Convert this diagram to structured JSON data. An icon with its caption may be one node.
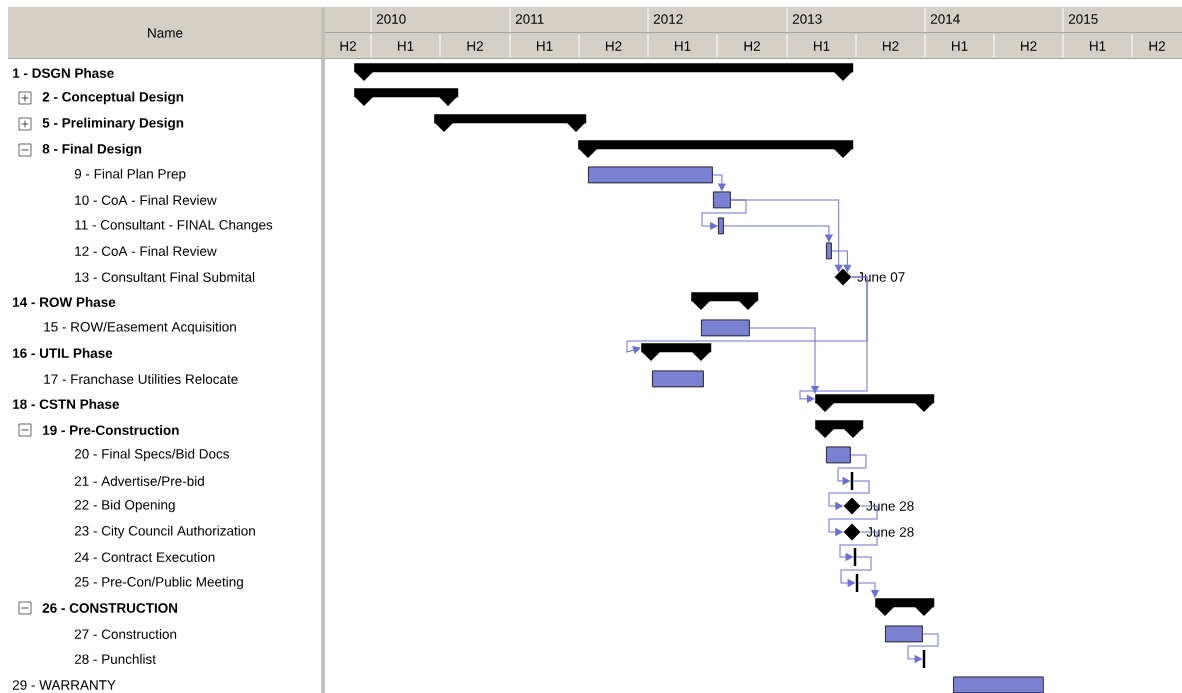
{
  "diagram": {
    "nodes": [
      {
        "text": [],
        "shape": "bar"
      },
      {
        "text": [],
        "shape": "bar"
      },
      {
        "text": [],
        "shape": "bar"
      },
      {
        "text": [],
        "shape": "bar"
      },
      {
        "text": [],
        "shape": "bar"
      },
      {
        "text": [],
        "shape": "bar"
      },
      {
        "text": [],
        "shape": "bar"
      },
      {
        "text": [],
        "shape": "bar"
      },
      {
        "text": [],
        "shape": "diamond",
        "beside": [
          "June 07"
        ]
      },
      {
        "text": [],
        "shape": "bar"
      },
      {
        "text": [],
        "shape": "bar"
      },
      {
        "text": [],
        "shape": "bar"
      },
      {
        "text": [],
        "shape": "bar"
      },
      {
        "text": [],
        "shape": "bar"
      },
      {
        "text": [],
        "shape": "bar"
      },
      {
        "text": [],
        "shape": "bar"
      },
      {
        "text": [],
        "shape": "line"
      },
      {
        "text": [],
        "shape": "diamond",
        "beside": [
          "June 28"
        ]
      },
      {
        "text": [],
        "shape": "diamond",
        "beside": [
          "June 28"
        ]
      },
      {
        "text": [],
        "shape": "line"
      },
      {
        "text": [],
        "shape": "line"
      },
      {
        "text": [],
        "shape": "bar"
      },
      {
        "text": [],
        "shape": "bar"
      },
      {
        "text": [],
        "shape": "line"
      },
      {
        "text": [],
        "shape": "bar"
      }
    ],
    "edges": [
      {
        "from": 4,
        "to": 5,
        "arrow": "to"
      },
      {
        "from": 5,
        "to": 6,
        "arrow": "to"
      },
      {
        "from": 6,
        "to": 7,
        "arrow": "to"
      },
      {
        "from": 5,
        "to": 8,
        "arrow": "to"
      },
      {
        "from": 7,
        "to": 8,
        "arrow": "to"
      },
      {
        "from": 8,
        "to": 11,
        "arrow": "to"
      },
      {
        "from": 8,
        "to": 13,
        "arrow": "to"
      },
      {
        "from": 10,
        "to": 13,
        "arrow": "to"
      },
      {
        "from": 15,
        "to": 16,
        "arrow": "to"
      },
      {
        "from": 16,
        "to": 17,
        "arrow": "to"
      },
      {
        "from": 17,
        "to": 18,
        "arrow": "to"
      },
      {
        "from": 18,
        "to": 19,
        "arrow": "to"
      },
      {
        "from": 19,
        "to": 20,
        "arrow": "to"
      },
      {
        "from": 20,
        "to": 21,
        "arrow": "to"
      },
      {
        "from": 22,
        "to": 23,
        "arrow": "to"
      }
    ],
    "labels": [
      "Name",
      "2010",
      "2011",
      "2012",
      "2013",
      "2014",
      "2015",
      "H2",
      "H1",
      "H2",
      "H1",
      "H2",
      "H1",
      "H2",
      "H1",
      "H2",
      "H1",
      "H2",
      "H1",
      "H2",
      "1 - DSGN Phase",
      "2 - Conceptual Design",
      "5 - Preliminary Design",
      "8 - Final Design",
      "9 - Final Plan Prep",
      "10 - CoA - Final Review",
      "11 - Consultant - FINAL Changes",
      "12 - CoA - Final Review",
      "13 - Consultant Final Submital",
      "14 - ROW Phase",
      "15 - ROW/Easement Acquisition",
      "16 - UTIL Phase",
      "17 - Franchase Utilities Relocate",
      "18 - CSTN Phase",
      "19 - Pre-Construction",
      "20 - Final Specs/Bid Docs",
      "21 - Advertise/Pre-bid",
      "22 - Bid Opening",
      "23 - City Council Authorization",
      "24 - Contract Execution",
      "25 - Pre-Con/Public Meeting",
      "26 - CONSTRUCTION",
      "27 - Construction",
      "28 - Punchlist",
      "29 - WARRANTY"
    ]
  }
}
